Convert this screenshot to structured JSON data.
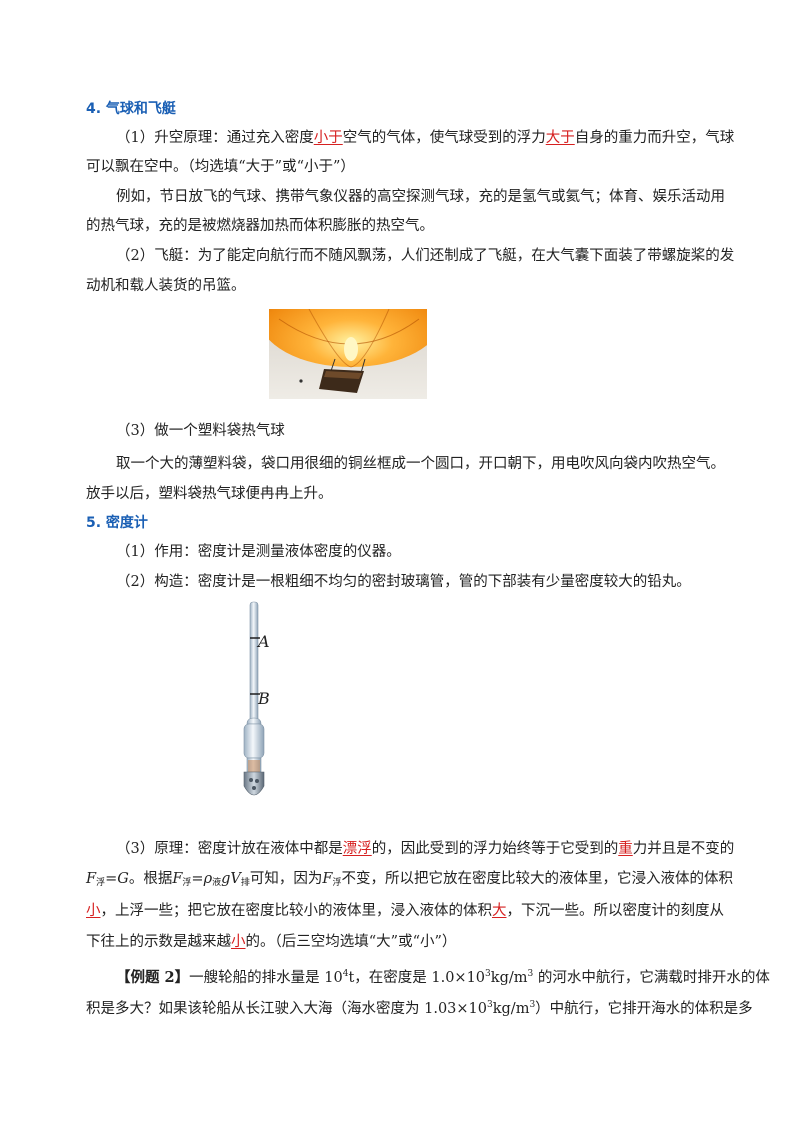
{
  "section4": {
    "heading": "4. 气球和飞艇",
    "p1": {
      "a": "（1）升空原理：通过充入密度",
      "ans1": "小于",
      "b": "空气的气体，使气球受到的浮力",
      "ans2": "大于",
      "c": "自身的重力而升空，气球",
      "line2": "可以飘在空中。（均选填“大于”或“小于”）"
    },
    "p2": {
      "line1": "例如，节日放飞的气球、携带气象仪器的高空探测气球，充的是氢气或氦气；体育、娱乐活动用",
      "line2": "的热气球，充的是被燃烧器加热而体积膨胀的热空气。"
    },
    "p3": {
      "line1": "（2）飞艇：为了能定向航行而不随风飘荡，人们还制成了飞艇，在大气囊下面装了带螺旋桨的发",
      "line2": "动机和载人装货的吊篮。"
    },
    "p4": "（3）做一个塑料袋热气球",
    "p5": {
      "line1": "取一个大的薄塑料袋，袋口用很细的铜丝框成一个圆口，开口朝下，用电吹风向袋内吹热空气。",
      "line2": "放手以后，塑料袋热气球便冉冉上升。"
    }
  },
  "section5": {
    "heading": "5. 密度计",
    "p1": "（1）作用：密度计是测量液体密度的仪器。",
    "p2": "（2）构造：密度计是一根粗细不均匀的密封玻璃管，管的下部装有少量密度较大的铅丸。",
    "label_a": "A",
    "label_b": "B",
    "p3": {
      "a": "（3）原理：密度计放在液体中都是",
      "ans1": "漂浮",
      "b": "的，因此受到的浮力始终等于它受到的",
      "ans2": "重",
      "c": "力并且是不变的",
      "l2_F1": "F",
      "l2_sub1": "浮",
      "l2_eq1": "=",
      "l2_G": "G",
      "l2_t1": "。根据",
      "l2_F2": "F",
      "l2_sub2": "浮",
      "l2_eq2": "=",
      "l2_rho": "ρ",
      "l2_sub3": "液",
      "l2_gV": "gV",
      "l2_sub4": "排",
      "l2_t2": "可知，因为",
      "l2_F3": "F",
      "l2_sub5": "浮",
      "l2_t3": "不变，所以把它放在密度比较大的液体里，它浸入液体的体积",
      "l3_ans3": "小",
      "l3_t1": "，上浮一些；把它放在密度比较小的液体里，浸入液体的体积",
      "l3_ans4": "大",
      "l3_t2": "，下沉一些。所以密度计的刻度从",
      "l4_t1": "下往上的示数是越来越",
      "l4_ans5": "小",
      "l4_t2": "的。（后三空均选填“大”或“小”）"
    }
  },
  "example2": {
    "label": "【例题 2】",
    "l1_t1": "一艘轮船的排水量是 10",
    "l1_sup1": "4",
    "l1_t2": "t，在密度是 1.0×10",
    "l1_sup2": "3",
    "l1_t3": "kg/m",
    "l1_sup3": "3",
    "l1_t4": " 的河水中航行，它满载时排开水的体",
    "l2_t1": "积是多大？如果该轮船从长江驶入大海（海水密度为 1.03×10",
    "l2_sup1": "3",
    "l2_t2": "kg/m",
    "l2_sup2": "3",
    "l2_t3": "）中航行，它排开海水的体积是多"
  }
}
